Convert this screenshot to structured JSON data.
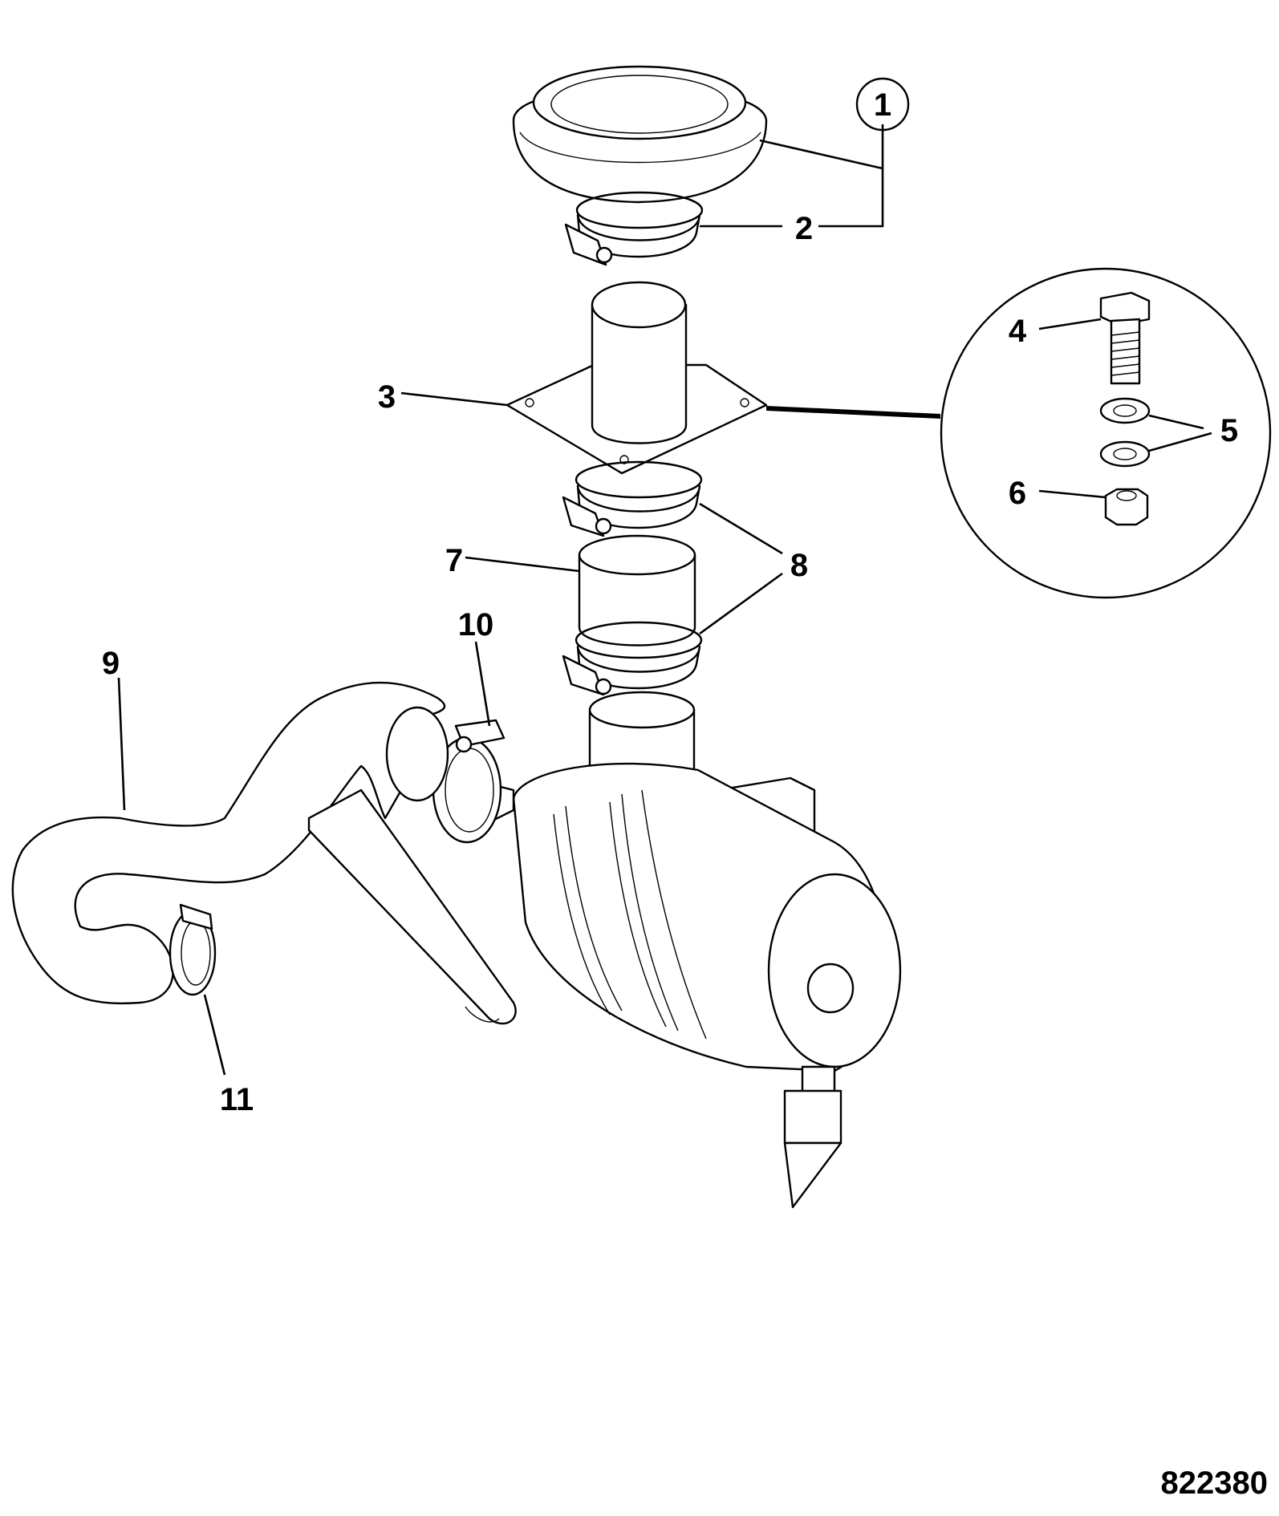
{
  "callouts": {
    "c1": "1",
    "c2": "2",
    "c3": "3",
    "c4": "4",
    "c5": "5",
    "c6": "6",
    "c7": "7",
    "c8": "8",
    "c9": "9",
    "c10": "10",
    "c11": "11"
  },
  "figure_number": "822380"
}
